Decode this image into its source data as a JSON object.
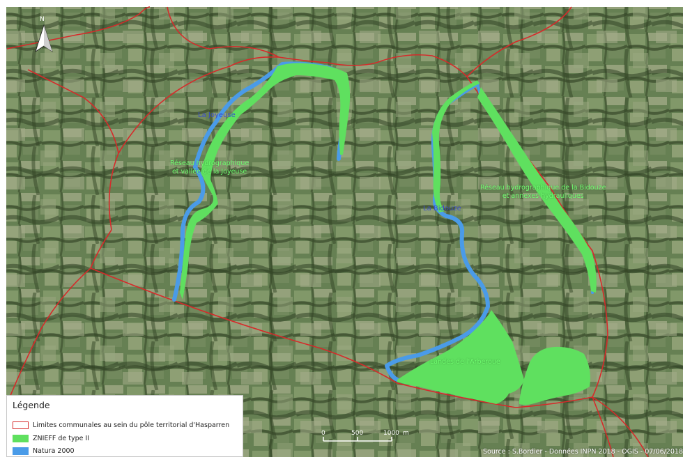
{
  "map": {
    "rivers": {
      "joyeuse": "La Joyeuse",
      "bidouze": "La Bidouze"
    },
    "zones": {
      "joyeuse_line1": "Réseau hydrographique",
      "joyeuse_line2": "et vallée de la Joyeuse",
      "bidouze_line1": "Réseau hydrographique de la Bidouze",
      "bidouze_line2": "et annexes hydrauliques",
      "arberoue": "Landes de l'Arberoue"
    },
    "north_arrow_label": "N"
  },
  "legend": {
    "title": "Légende",
    "items": [
      {
        "label": "Limites communales au sein du pôle territorial d'Hasparren",
        "swatch": "outline",
        "color": "#d62a2a"
      },
      {
        "label": "ZNIEFF de type II",
        "swatch": "fill",
        "color": "#5fe05f"
      },
      {
        "label": "Natura 2000",
        "swatch": "fill",
        "color": "#4a9be8"
      }
    ]
  },
  "scale": {
    "ticks": [
      "0",
      "500",
      "1000"
    ],
    "unit": "m"
  },
  "source": "Source : S.Bordier - Données INPN 2018 - OGIS - 07/06/2018",
  "colors": {
    "boundary": "#d62a2a",
    "znieff": "#5fe05f",
    "natura": "#4a9be8",
    "terrain_dark": "#3f5230",
    "terrain_light": "#8fa078"
  }
}
